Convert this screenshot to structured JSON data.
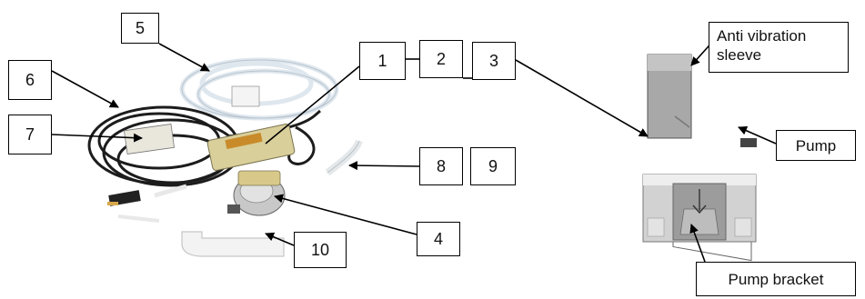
{
  "colors": {
    "hose_clear": "#e8eef4",
    "cable_black": "#1c1c1c",
    "pump_body": "#d8d2b0",
    "pump_grey": "#9a9a9a",
    "bracket_grey": "#b5b5b5",
    "arrow": "#000000"
  },
  "labels": {
    "n1": "1",
    "n2": "2",
    "n3": "3",
    "n4": "4",
    "n5": "5",
    "n6": "6",
    "n7": "7",
    "n8": "8",
    "n9": "9",
    "n10": "10"
  },
  "callouts": {
    "anti_vibration_line1": "Anti vibration",
    "anti_vibration_line2": "sleeve",
    "pump": "Pump",
    "pump_bracket": "Pump bracket"
  }
}
